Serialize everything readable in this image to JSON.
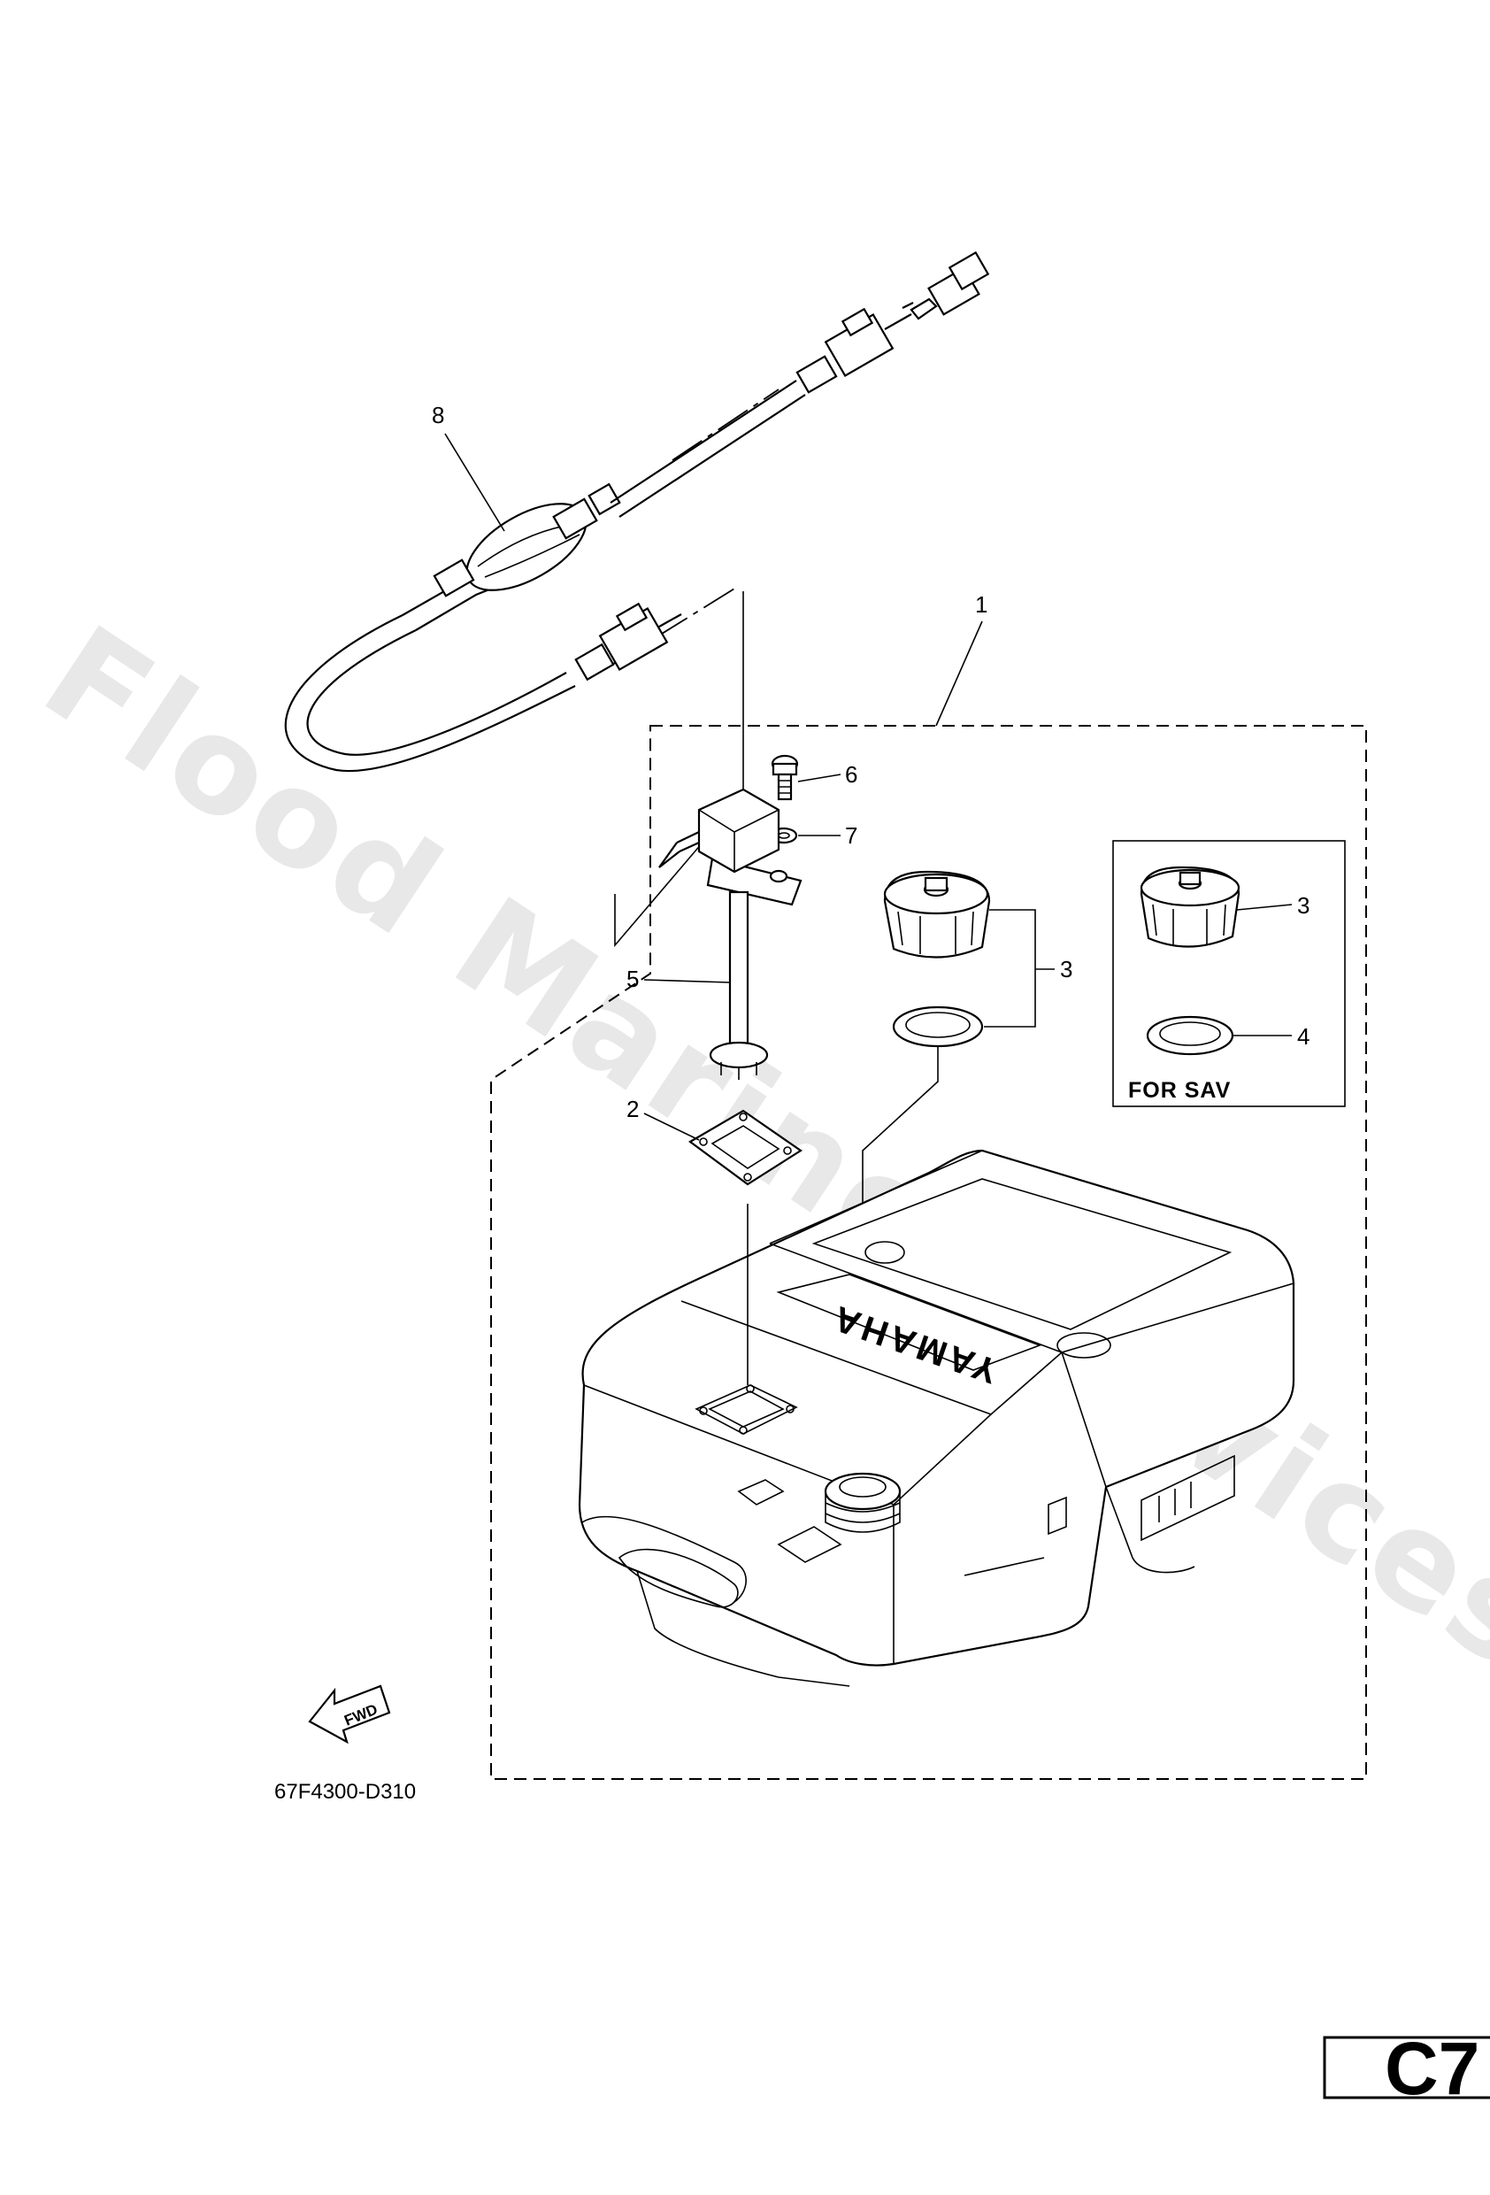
{
  "diagram": {
    "part_callouts": {
      "p1": "1",
      "p2": "2",
      "p3_main": "3",
      "p3_sav": "3",
      "p4": "4",
      "p5": "5",
      "p6": "6",
      "p7": "7",
      "p8": "8"
    },
    "sav_box_label": "FOR SAV",
    "fwd_label": "FWD",
    "tank_logo": "YAMAHA",
    "drawing_code": "67F4300-D310",
    "page_label": "C7",
    "watermark": "Flood Marine Services"
  }
}
